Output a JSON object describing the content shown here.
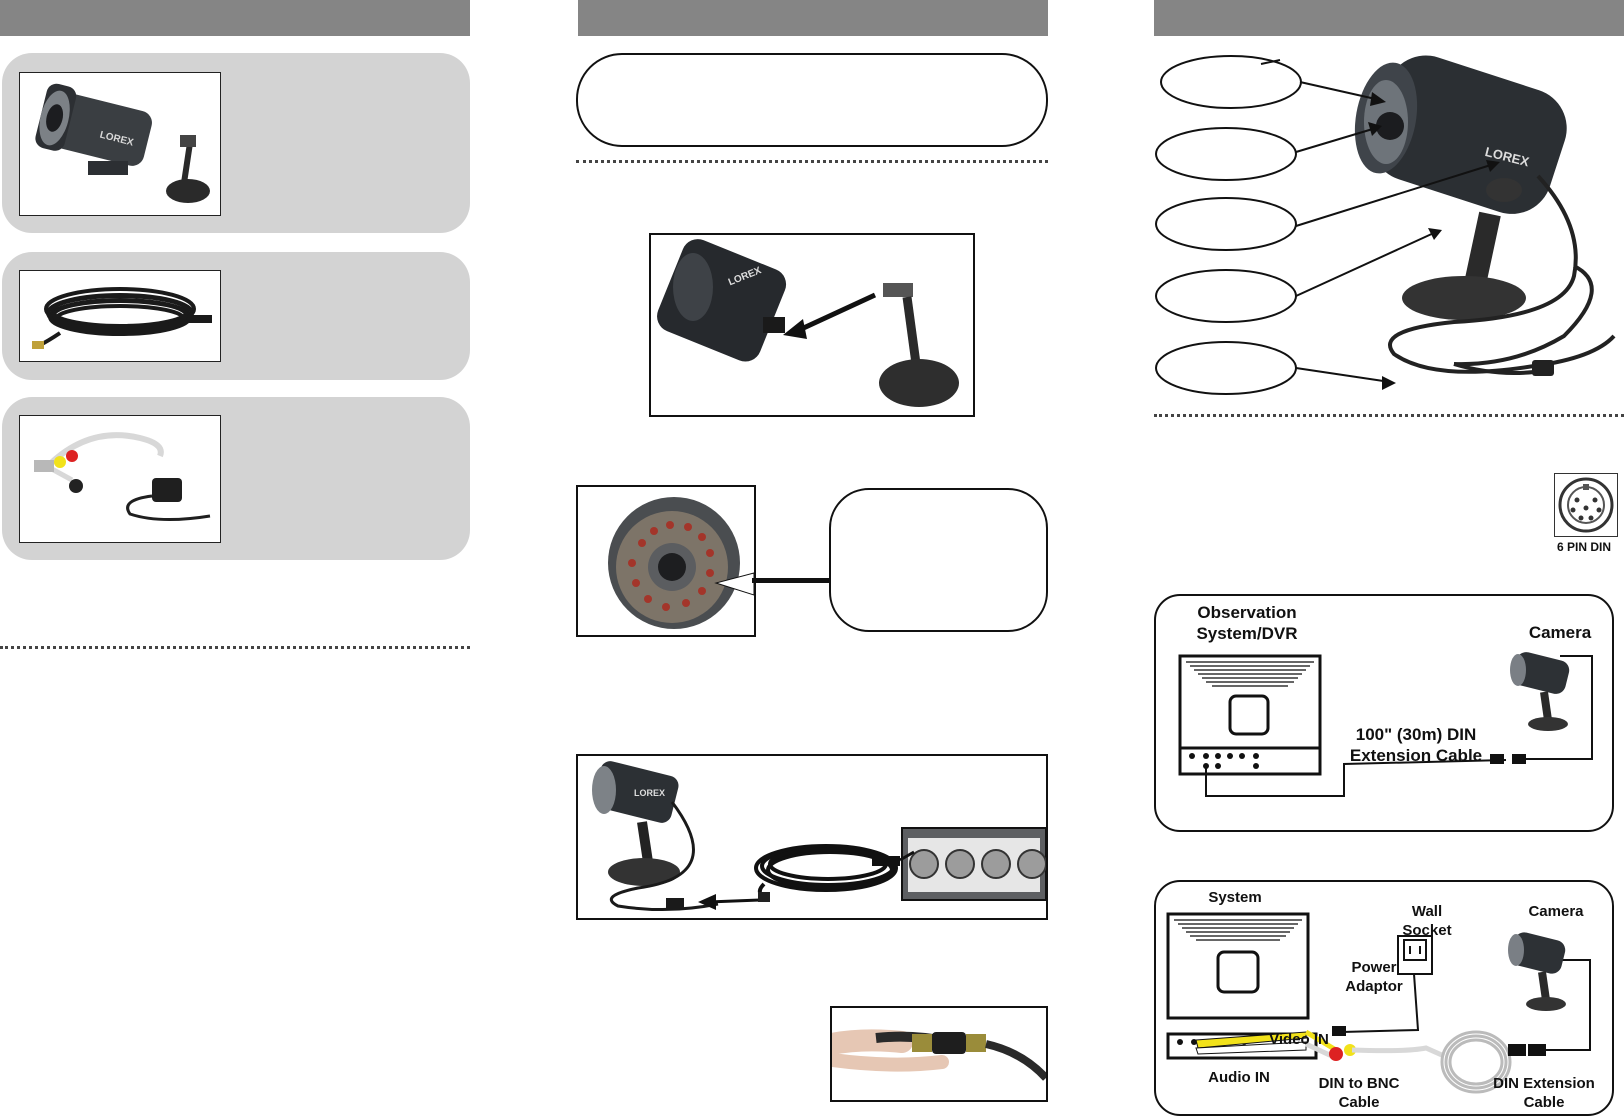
{
  "pin_connector": {
    "label": "6 PIN DIN"
  },
  "diagram1": {
    "system_label": "Observation\nSystem/DVR",
    "camera_label": "Camera",
    "cable_label": "100\" (30m) DIN\nExtension Cable"
  },
  "diagram2": {
    "system_label": "System",
    "wall_socket_label": "Wall\nSocket",
    "camera_label": "Camera",
    "power_adaptor_label": "Power\nAdaptor",
    "video_in_label": "Video IN",
    "audio_in_label": "Audio IN",
    "din_bnc_label": "DIN to BNC\nCable",
    "din_ext_label": "DIN Extension\nCable"
  },
  "colors": {
    "header_bar": "#858585",
    "panel": "#d3d3d3",
    "video_cable": "#f2e21a",
    "audio_cable": "#ffffff"
  }
}
